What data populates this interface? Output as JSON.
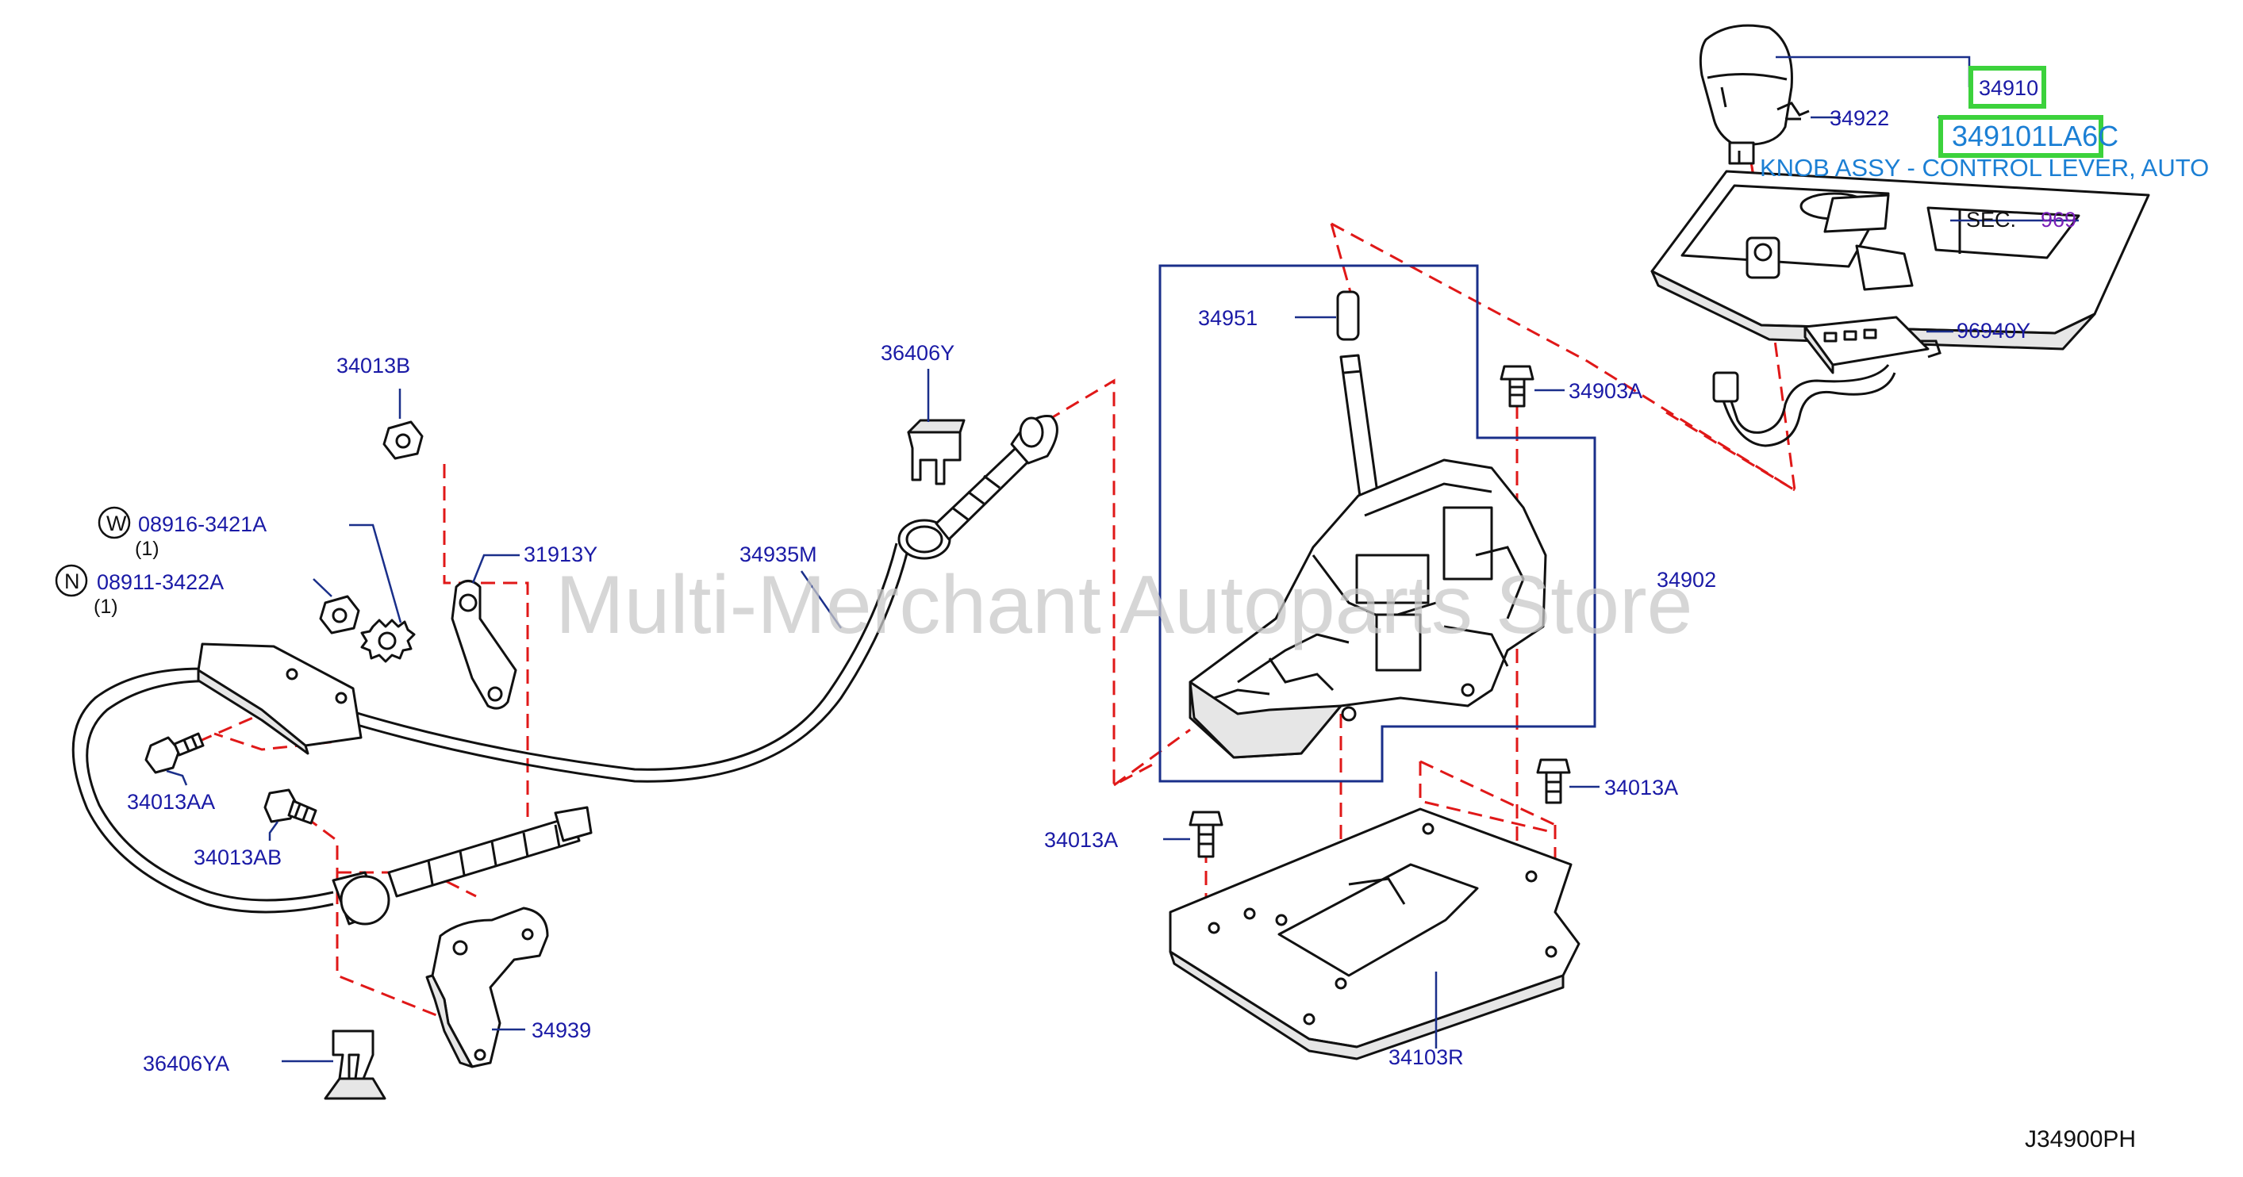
{
  "diagram_code": "J34900PH",
  "watermark": "Multi-Merchant Autoparts Store",
  "selected_part": {
    "ref": "34910",
    "part_number": "349101LA6C",
    "description": "KNOB ASSY - CONTROL LEVER, AUTO"
  },
  "section_ref": {
    "prefix": "SEC.",
    "number": "969"
  },
  "callouts": {
    "c34922": "34922",
    "c96940Y": "96940Y",
    "c34951": "34951",
    "c34903A": "34903A",
    "c34902": "34902",
    "c34013A_right": "34013A",
    "c34013A_left": "34013A",
    "c34103R": "34103R",
    "c36406Y": "36406Y",
    "c34935M": "34935M",
    "c34013B": "34013B",
    "c31913Y": "31913Y",
    "c08916": "08916-3421A",
    "c08916_qty": "(1)",
    "c08916_sym": "W",
    "c08911": "08911-3422A",
    "c08911_qty": "(1)",
    "c08911_sym": "N",
    "c34013AA": "34013AA",
    "c34013AB": "34013AB",
    "c34939": "34939",
    "c36406YA": "36406YA"
  },
  "colors": {
    "callout_text": "#1a1aa6",
    "leader_line": "#1a2f8a",
    "dashed_line": "#e01818",
    "highlight_border": "#3cd23c",
    "description_text": "#1b7fd4",
    "section_number": "#7a1fb8"
  }
}
